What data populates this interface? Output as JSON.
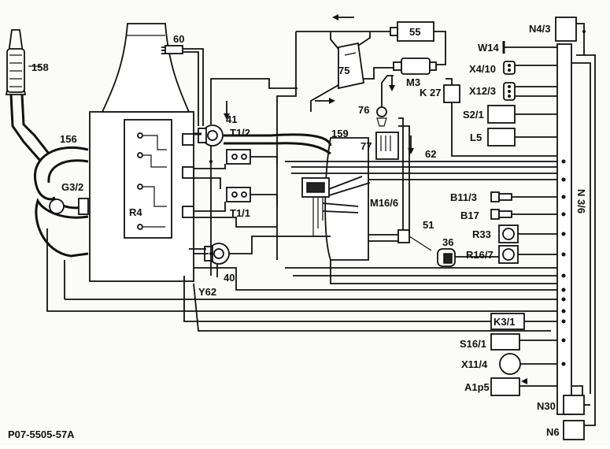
{
  "labels": {
    "c158": "158",
    "c156": "156",
    "c60": "60",
    "c41": "41",
    "t1_2": "T1/2",
    "t1_1": "T1/1",
    "g3_2": "G3/2",
    "r4": "R4",
    "c40": "40",
    "y62": "Y62",
    "c159": "159",
    "c75": "75",
    "c55": "55",
    "m3": "M3",
    "k27": "K 27",
    "c76": "76",
    "c77": "77",
    "c62": "62",
    "m16_6": "M16/6",
    "c51": "51",
    "c36": "36",
    "w14": "W14",
    "n4_3": "N4/3",
    "x4_10": "X4/10",
    "x12_3": "X12/3",
    "s2_1": "S2/1",
    "l5": "L5",
    "n3_6": "N 3/6",
    "b11_3": "B11/3",
    "b17": "B17",
    "r33": "R33",
    "r16_7": "R16/7",
    "k3_1": "K3/1",
    "s16_1": "S16/1",
    "x11_4": "X11/4",
    "a1p5": "A1p5",
    "n30": "N30",
    "n6": "N6",
    "figure_id": "P07-5505-57A"
  }
}
